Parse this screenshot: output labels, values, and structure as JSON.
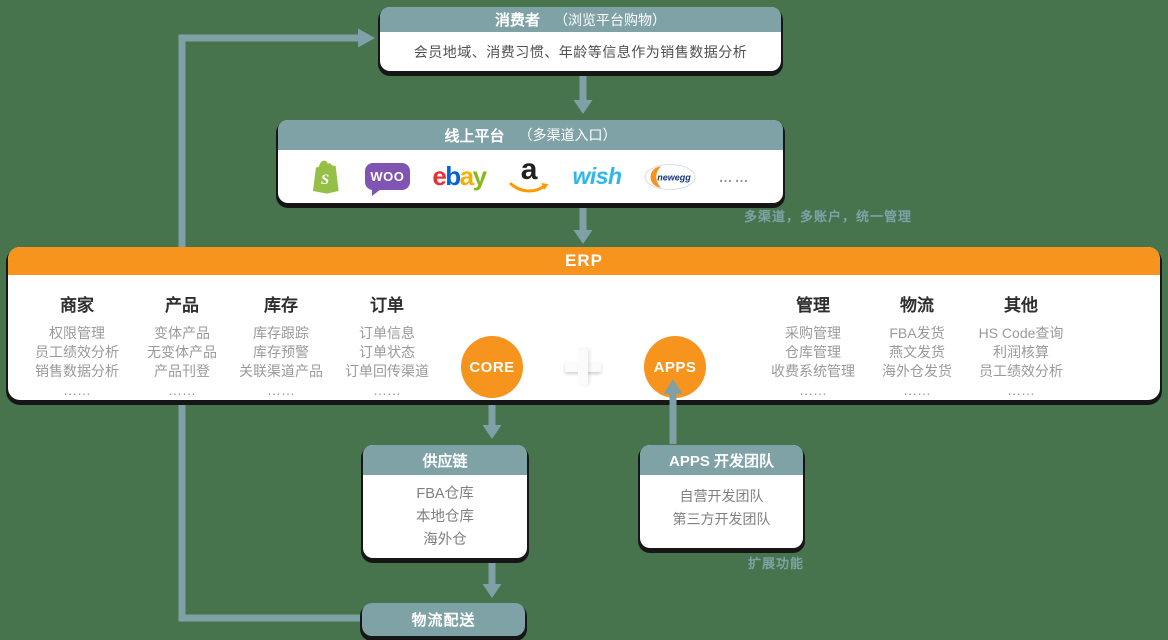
{
  "background_color": "#47734D",
  "palette": {
    "teal_header": "#7FA2A7",
    "orange": "#F7941D",
    "box_shadow": "#161616",
    "arrow": "#7FA0A6"
  },
  "consumer_box": {
    "title": "消费者",
    "subtitle": "（浏览平台购物）",
    "body": "会员地域、消费习惯、年龄等信息作为销售数据分析"
  },
  "platform_box": {
    "title": "线上平台",
    "subtitle": "（多渠道入口）",
    "logos": {
      "shopify": "S",
      "woo": "WOO",
      "ebay": [
        "e",
        "b",
        "a",
        "y"
      ],
      "amazon": "a",
      "wish": "wish",
      "newegg": "newegg",
      "more": "……"
    },
    "brand_colors": {
      "shopify": "#95BF47",
      "woo": "#7F54B3",
      "ebay": [
        "#E53238",
        "#0064D2",
        "#F5AF02",
        "#86B817"
      ],
      "amazon_smile": "#FF9900",
      "wish": "#2FB7EC",
      "newegg": "#F7941D"
    }
  },
  "note_top": "多渠道，多账户，统一管理",
  "erp": {
    "title": "ERP",
    "core_label": "CORE",
    "apps_label": "APPS",
    "columns": [
      {
        "title": "商家",
        "items": [
          "权限管理",
          "员工绩效分析",
          "销售数据分析",
          "……"
        ]
      },
      {
        "title": "产品",
        "items": [
          "变体产品",
          "无变体产品",
          "产品刊登",
          "……"
        ]
      },
      {
        "title": "库存",
        "items": [
          "库存跟踪",
          "库存预警",
          "关联渠道产品",
          "……"
        ]
      },
      {
        "title": "订单",
        "items": [
          "订单信息",
          "订单状态",
          "订单回传渠道",
          "……"
        ]
      },
      {
        "title": "管理",
        "items": [
          "采购管理",
          "仓库管理",
          "收费系统管理",
          "……"
        ]
      },
      {
        "title": "物流",
        "items": [
          "FBA发货",
          "燕文发货",
          "海外仓发货",
          "……"
        ]
      },
      {
        "title": "其他",
        "items": [
          "HS Code查询",
          "利润核算",
          "员工绩效分析",
          "……"
        ]
      }
    ]
  },
  "supply_chain_box": {
    "title": "供应链",
    "items": [
      "FBA仓库",
      "本地仓库",
      "海外仓"
    ]
  },
  "apps_team_box": {
    "title": "APPS 开发团队",
    "items": [
      "自营开发团队",
      "第三方开发团队"
    ]
  },
  "note_apps": "扩展功能",
  "logistics_box": {
    "title": "物流配送"
  }
}
